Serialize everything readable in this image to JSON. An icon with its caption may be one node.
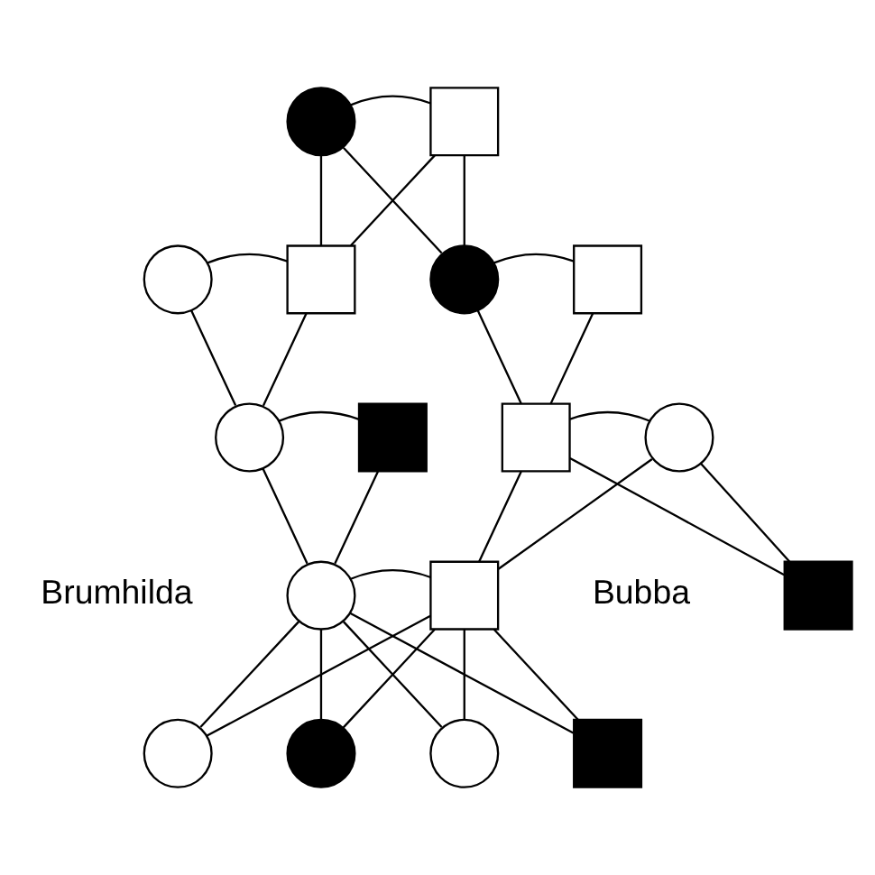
{
  "diagram": {
    "nodes": [
      {
        "text": [],
        "shape": "circle"
      },
      {
        "text": [],
        "shape": "box"
      },
      {
        "text": [],
        "shape": "circle"
      },
      {
        "text": [],
        "shape": "box"
      },
      {
        "text": [],
        "shape": "circle"
      },
      {
        "text": [],
        "shape": "box"
      },
      {
        "text": [],
        "shape": "circle"
      },
      {
        "text": [],
        "shape": "box"
      },
      {
        "text": [],
        "shape": "box"
      },
      {
        "text": [],
        "shape": "circle"
      },
      {
        "text": [],
        "shape": "circle",
        "beside": [
          "Brumhilda"
        ]
      },
      {
        "text": [],
        "shape": "box",
        "beside": [
          "Bubba"
        ]
      },
      {
        "text": [],
        "shape": "box"
      },
      {
        "text": [],
        "shape": "circle"
      },
      {
        "text": [],
        "shape": "circle"
      },
      {
        "text": [],
        "shape": "circle"
      },
      {
        "text": [],
        "shape": "box"
      }
    ],
    "edges": [
      {
        "from": 0,
        "to": 1,
        "arrow": "none"
      },
      {
        "from": 0,
        "to": 3,
        "arrow": "none"
      },
      {
        "from": 1,
        "to": 3,
        "arrow": "none"
      },
      {
        "from": 0,
        "to": 4,
        "arrow": "none"
      },
      {
        "from": 1,
        "to": 4,
        "arrow": "none"
      },
      {
        "from": 2,
        "to": 3,
        "arrow": "none"
      },
      {
        "from": 4,
        "to": 5,
        "arrow": "none"
      },
      {
        "from": 2,
        "to": 6,
        "arrow": "none"
      },
      {
        "from": 3,
        "to": 6,
        "arrow": "none"
      },
      {
        "from": 4,
        "to": 8,
        "arrow": "none"
      },
      {
        "from": 5,
        "to": 8,
        "arrow": "none"
      },
      {
        "from": 6,
        "to": 7,
        "arrow": "none"
      },
      {
        "from": 8,
        "to": 9,
        "arrow": "none"
      },
      {
        "from": 6,
        "to": 10,
        "arrow": "none"
      },
      {
        "from": 7,
        "to": 10,
        "arrow": "none"
      },
      {
        "from": 8,
        "to": 11,
        "arrow": "none"
      },
      {
        "from": 9,
        "to": 11,
        "arrow": "none"
      },
      {
        "from": 8,
        "to": 12,
        "arrow": "none"
      },
      {
        "from": 9,
        "to": 12,
        "arrow": "none"
      },
      {
        "from": 10,
        "to": 11,
        "arrow": "none"
      },
      {
        "from": 10,
        "to": 13,
        "arrow": "none"
      },
      {
        "from": 11,
        "to": 13,
        "arrow": "none"
      },
      {
        "from": 10,
        "to": 14,
        "arrow": "none"
      },
      {
        "from": 11,
        "to": 14,
        "arrow": "none"
      },
      {
        "from": 10,
        "to": 15,
        "arrow": "none"
      },
      {
        "from": 11,
        "to": 15,
        "arrow": "none"
      },
      {
        "from": 10,
        "to": 16,
        "arrow": "none"
      },
      {
        "from": 11,
        "to": 16,
        "arrow": "none"
      }
    ]
  }
}
